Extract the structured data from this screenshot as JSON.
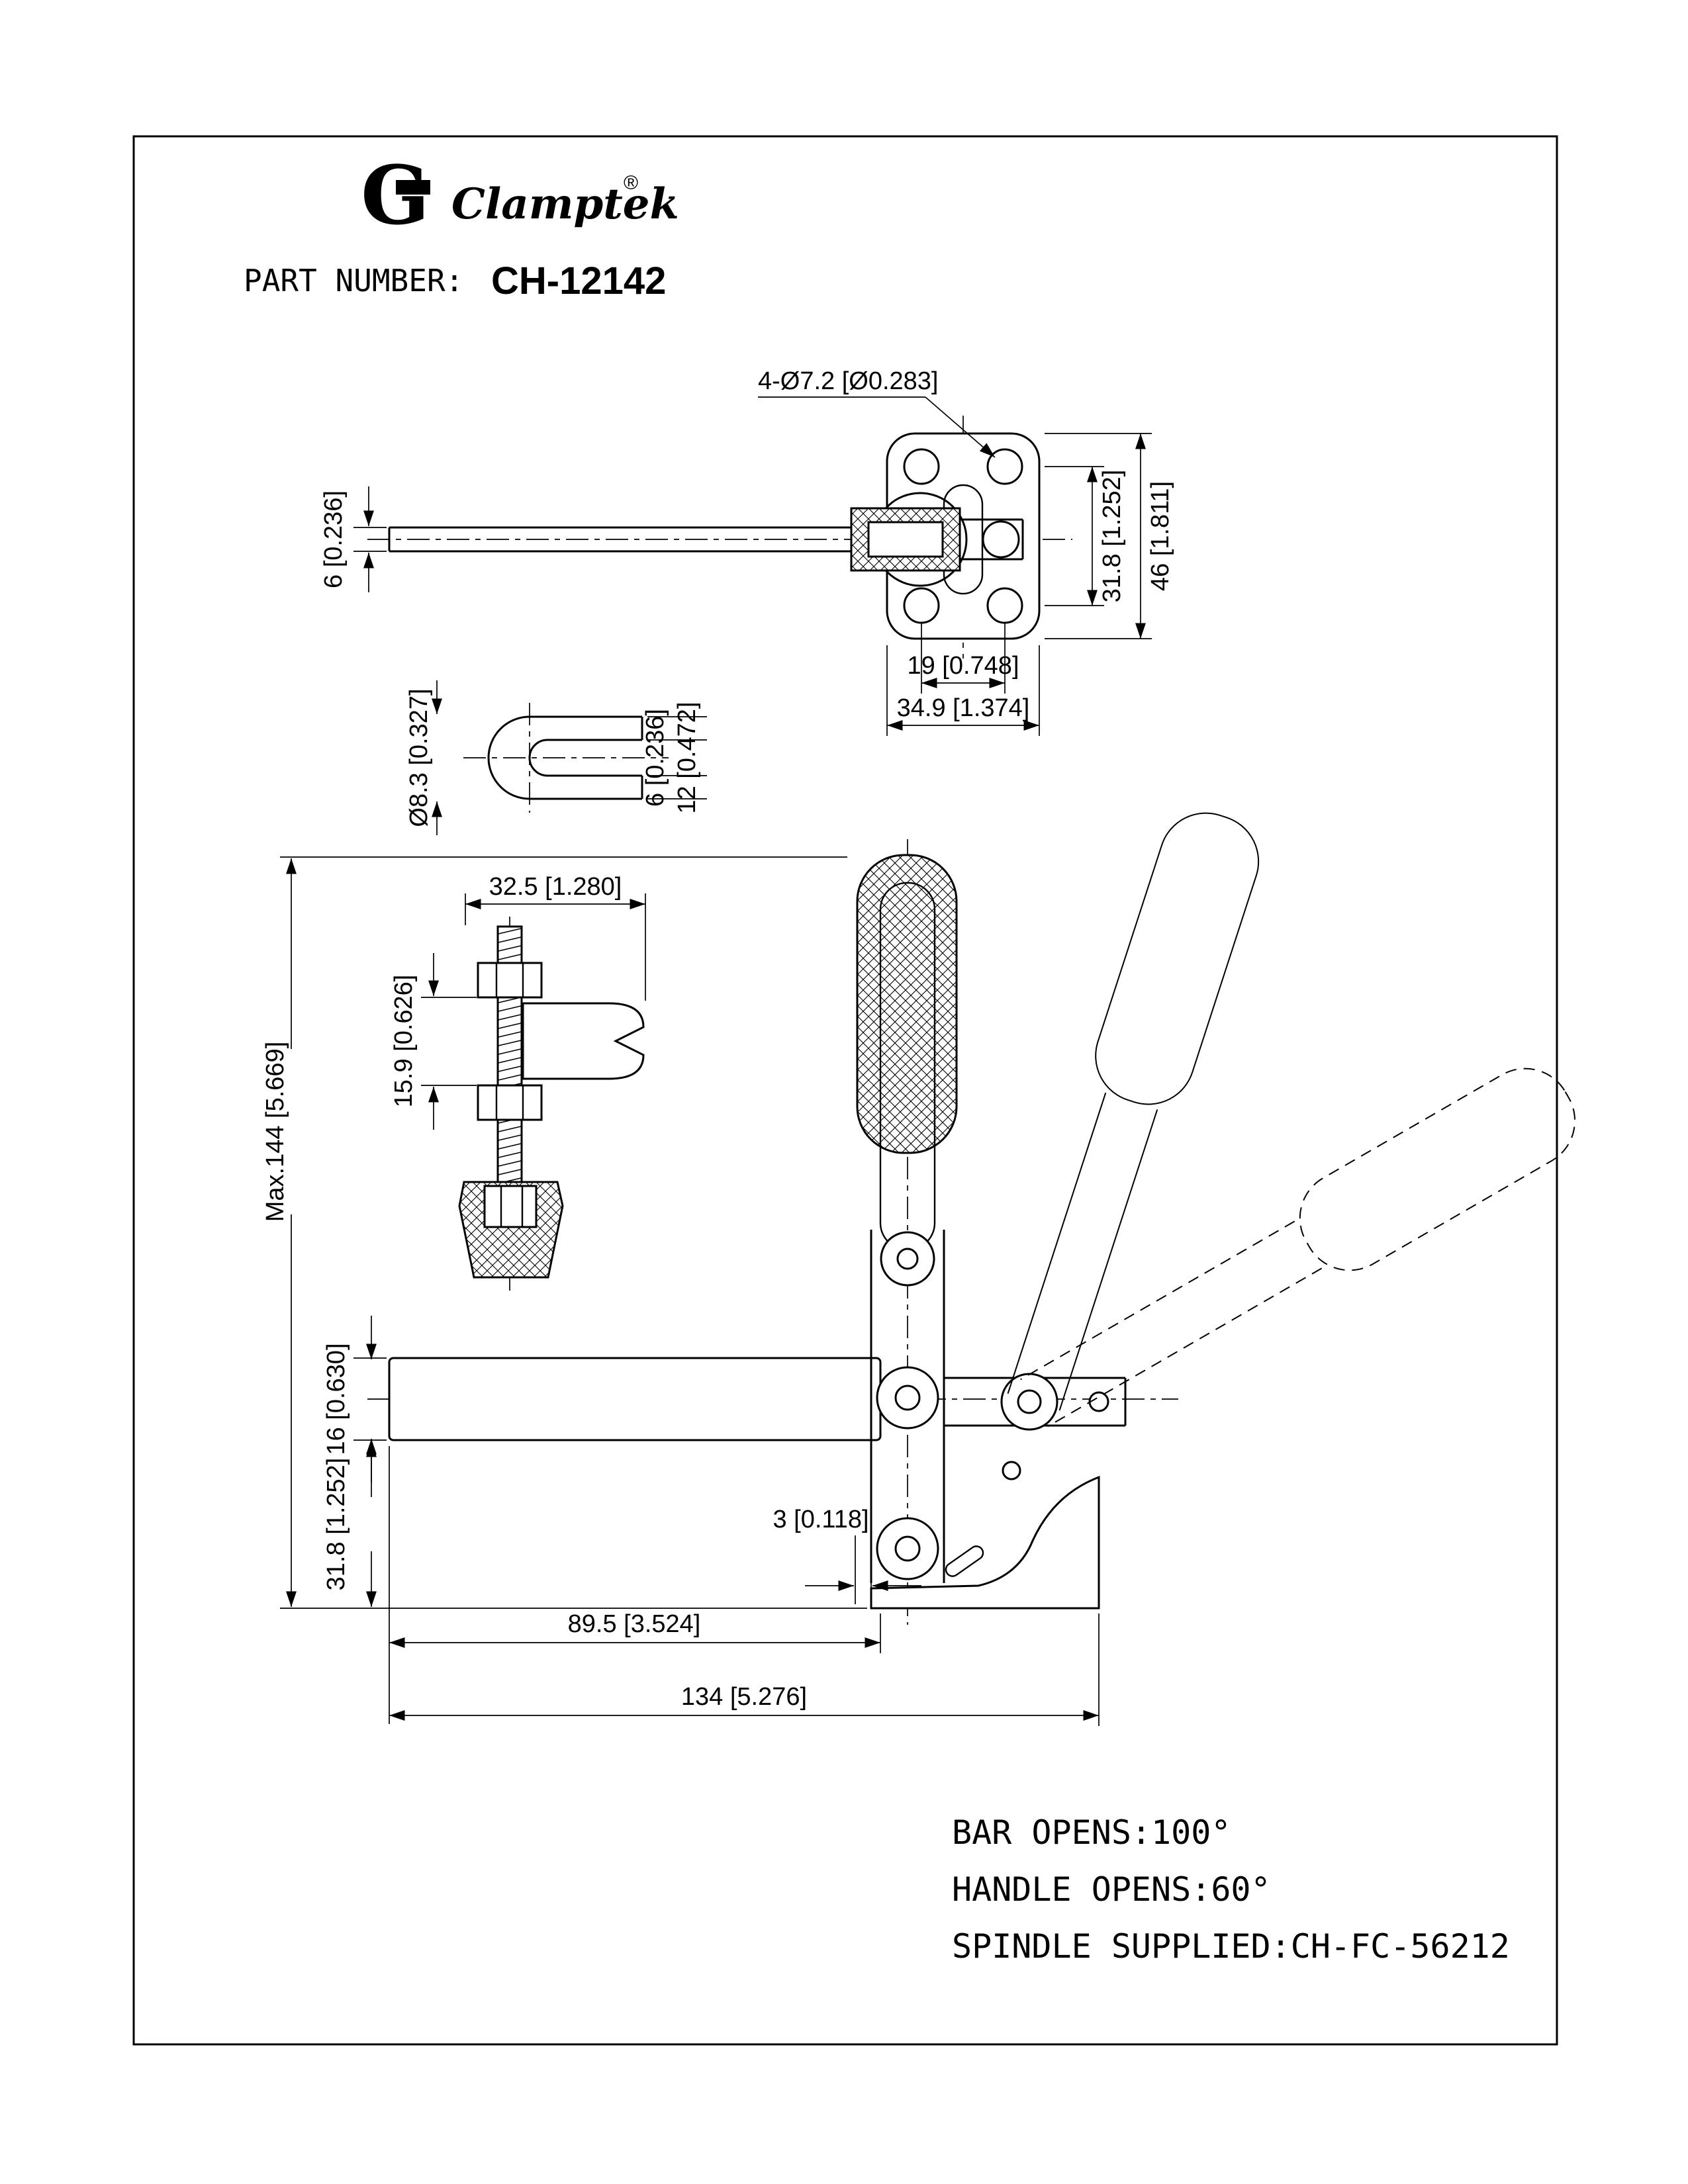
{
  "header": {
    "logo_mark": "G",
    "brand": "Clamptek",
    "registered": "®",
    "part_number_label": "PART NUMBER:",
    "part_number": "CH-12142"
  },
  "top_view": {
    "holes_dim": "4-Ø7.2 [Ø0.283]",
    "bar_thickness": "6 [0.236]",
    "hole_pitch_vertical": "31.8 [1.252]",
    "base_height": "46 [1.811]",
    "hole_pitch_horizontal": "19 [0.748]",
    "base_width": "34.9 [1.374]"
  },
  "u_bolt": {
    "diameter": "Ø8.3 [0.327]",
    "thickness": "6 [0.236]",
    "width": "12 [0.472]"
  },
  "spindle_view": {
    "length": "32.5 [1.280]",
    "adjustment": "15.9 [0.626]"
  },
  "front_view": {
    "max_height": "Max.144 [5.669]",
    "bar_section": "16 [0.630]",
    "bar_to_base": "31.8 [1.252]",
    "base_plate": "3 [0.118]",
    "bar_reach": "89.5 [3.524]",
    "overall_length": "134 [5.276]"
  },
  "notes": {
    "bar_opens": "BAR OPENS:100°",
    "handle_opens": "HANDLE OPENS:60°",
    "spindle_supplied": "SPINDLE SUPPLIED:CH-FC-56212"
  }
}
